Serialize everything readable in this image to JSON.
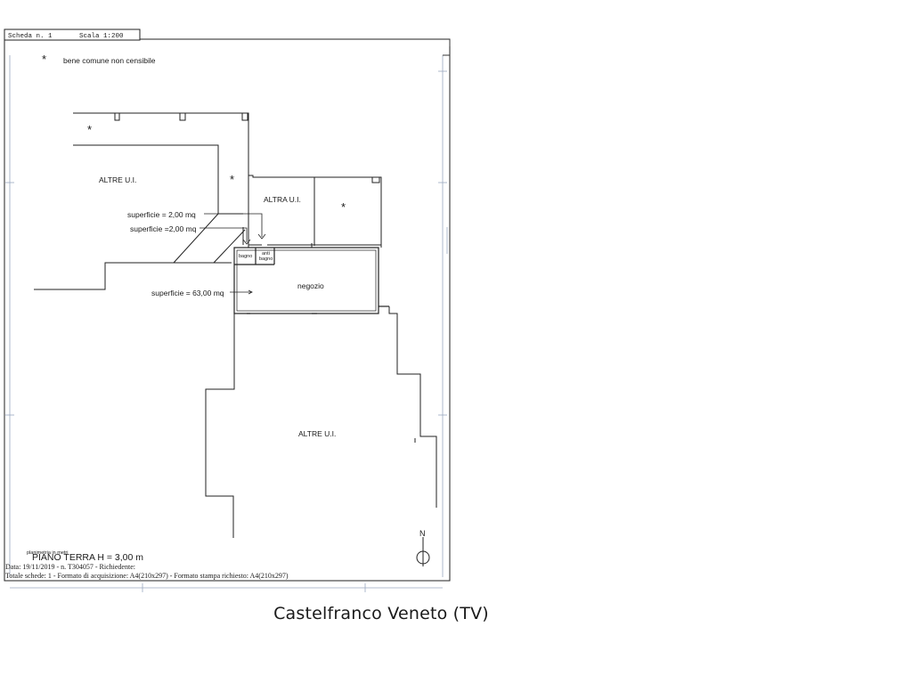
{
  "header": {
    "scheda": "Scheda n. 1",
    "scala": "Scala 1:200"
  },
  "legend": {
    "symbol": "*",
    "text": "bene comune non censibile"
  },
  "plan": {
    "altre_ui_left": "ALTRE U.I.",
    "altra_ui": "ALTRA U.I.",
    "altre_ui_bottom": "ALTRE U.I.",
    "negozio": "negozio",
    "bagno": "bagno",
    "anti_bagno_line1": "anti",
    "anti_bagno_line2": "bagno",
    "superficie_1": "superficie = 2,00 mq",
    "superficie_2": "superficie =2,00 mq",
    "superficie_3": "superficie = 63,00 mq",
    "asterisk": "*",
    "north": "N"
  },
  "footer": {
    "planimetria": "planimetria in metri",
    "floor_label": "PIANO TERRA  H = 3,00 m",
    "data_line": "Data: 19/11/2019 - n. T304057 - Richiedente:",
    "totale_line": "Totale schede: 1 - Formato di acquisizione: A4(210x297)  - Formato stampa richiesto: A4(210x297)"
  },
  "caption": "Castelfranco Veneto (TV)"
}
